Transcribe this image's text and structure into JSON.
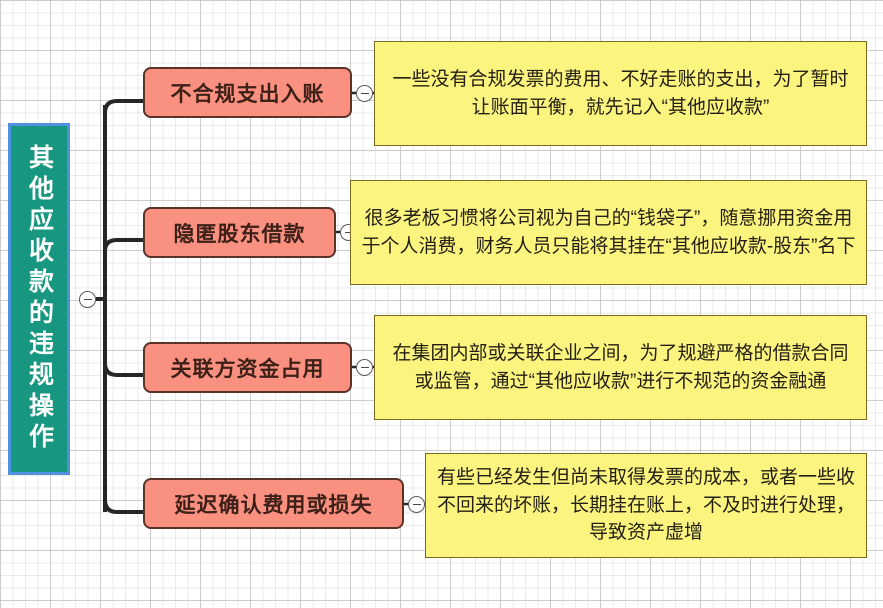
{
  "diagram": {
    "type": "mind-map",
    "colors": {
      "root_fill": "#179680",
      "root_border": "#4f90e0",
      "branch_fill": "#fa9080",
      "branch_border": "#5d3226",
      "leaf_fill": "#fbf580",
      "leaf_border": "#7a6b1e",
      "connector": "#262626",
      "grid": "#b4b4b4"
    },
    "root": {
      "label": "其他应收款的违规操作",
      "orientation": "vertical"
    },
    "branches": [
      {
        "label": "不合规支出入账",
        "detail": "一些没有合规发票的费用、不好走账的支出，为了暂时让账面平衡，就先记入“其他应收款”"
      },
      {
        "label": "隐匿股东借款",
        "detail": "很多老板习惯将公司视为自己的“钱袋子”，随意挪用资金用于个人消费，财务人员只能将其挂在“其他应收款-股东”名下"
      },
      {
        "label": "关联方资金占用",
        "detail": "在集团内部或关联企业之间，为了规避严格的借款合同或监管，通过“其他应收款”进行不规范的资金融通"
      },
      {
        "label": "延迟确认费用或损失",
        "detail": "有些已经发生但尚未取得发票的成本，或者一些收不回来的坏账，长期挂在账上，不及时进行处理，导致资产虚增"
      }
    ],
    "toggles": {
      "root_toggle": "collapse-minus",
      "branch_toggle": "collapse-minus"
    }
  }
}
